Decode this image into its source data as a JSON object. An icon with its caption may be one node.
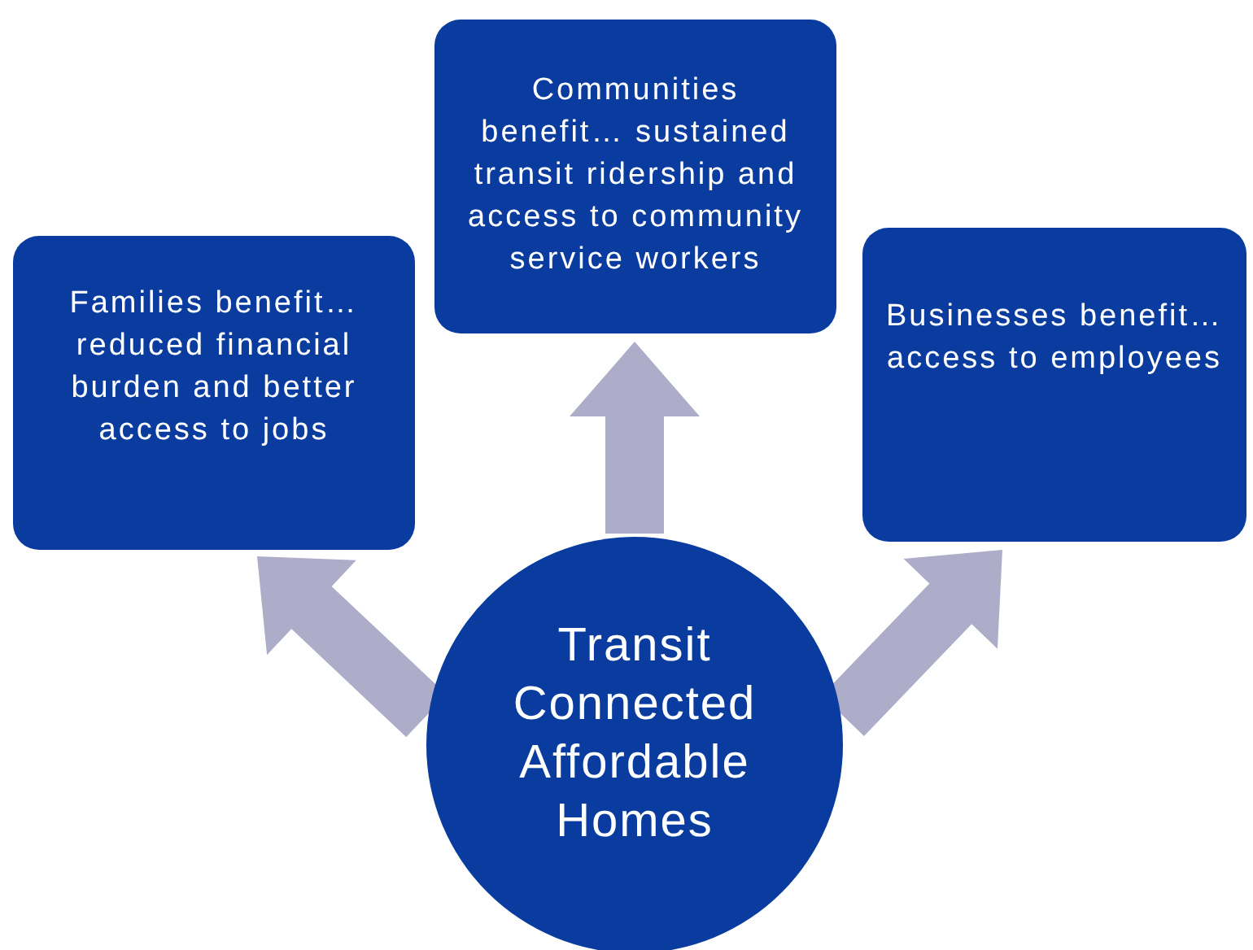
{
  "diagram": {
    "nodes": [
      {
        "text": [
          "Families benefit… reduced financial burden and better access to jobs"
        ]
      },
      {
        "text": [
          "Communities benefit… sustained transit ridership and access to community service workers"
        ]
      },
      {
        "text": [
          "Businesses benefit… access to employees"
        ]
      },
      {
        "text": [
          "Transit Connected Affordable Homes"
        ]
      }
    ],
    "edges": [
      {
        "from": 3,
        "to": 0,
        "arrow": "to",
        "style": "thick"
      },
      {
        "from": 3,
        "to": 1,
        "arrow": "to",
        "style": "thick"
      },
      {
        "from": 3,
        "to": 2,
        "arrow": "to",
        "style": "thick"
      }
    ]
  }
}
